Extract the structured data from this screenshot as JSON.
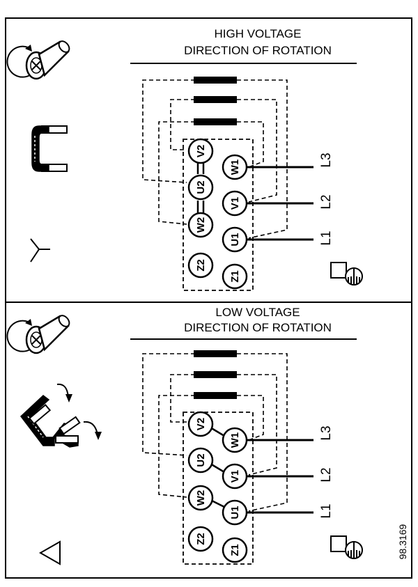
{
  "panels": [
    {
      "id": "high",
      "title_line1": "HIGH VOLTAGE",
      "title_line2": "DIRECTION OF ROTATION",
      "connection": "star",
      "terminals": {
        "V2": "V2",
        "W1": "W1",
        "U2": "U2",
        "V1": "V1",
        "W2": "W2",
        "U1": "U1",
        "Z2": "Z2",
        "Z1": "Z1"
      },
      "lines": {
        "L3": "L3",
        "L2": "L2",
        "L1": "L1"
      }
    },
    {
      "id": "low",
      "title_line1": "LOW VOLTAGE",
      "title_line2": "DIRECTION OF ROTATION",
      "connection": "delta",
      "terminals": {
        "V2": "V2",
        "W1": "W1",
        "U2": "U2",
        "V1": "V1",
        "W2": "W2",
        "U1": "U1",
        "Z2": "Z2",
        "Z1": "Z1"
      },
      "lines": {
        "L3": "L3",
        "L2": "L2",
        "L1": "L1"
      }
    }
  ],
  "document_number": "98.3169",
  "icons": [
    "rotation-knob-icon",
    "bridge-link-icon",
    "star-symbol-icon",
    "delta-symbol-icon",
    "ground-symbol-icon"
  ],
  "colors": {
    "ink": "#000000",
    "background": "#ffffff"
  }
}
